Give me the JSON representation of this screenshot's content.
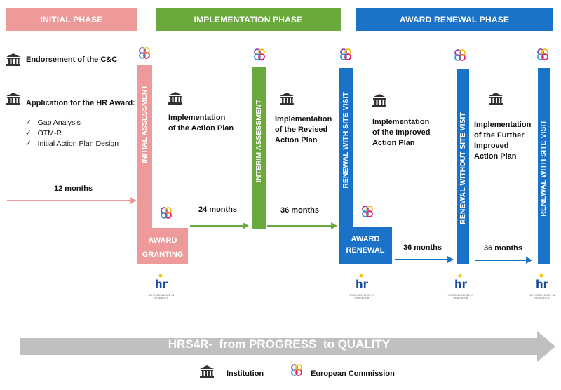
{
  "phases": {
    "initial": "INITIAL PHASE",
    "implementation": "IMPLEMENTATION PHASE",
    "award_renewal": "AWARD RENEWAL PHASE"
  },
  "left": {
    "endorsement": "Endorsement of the C&C",
    "application": "Application for the HR Award:",
    "checklist": [
      "Gap Analysis",
      "OTM-R",
      "Initial Action Plan Design"
    ]
  },
  "bars": {
    "initial_assessment": "INITIAL ASSESSMENT",
    "interim_assessment": "INTERIM ASSESSMENT",
    "renewal_with_visit_1": "RENEWAL WITH SITE VISIT",
    "renewal_without_visit": "RENEWAL WITHOUT SITE VISIT",
    "renewal_with_visit_2": "RENEWAL WITH SITE VISIT"
  },
  "boxes": {
    "award_granting_1": "AWARD",
    "award_granting_2": "GRANTING",
    "award_renewal_1": "AWARD",
    "award_renewal_2": "RENEWAL"
  },
  "steps": {
    "impl_action_plan": [
      "Implementation",
      "of the Action Plan"
    ],
    "impl_revised": [
      "Implementation",
      "of the Revised",
      "Action Plan"
    ],
    "impl_improved": [
      "Implementation",
      "of the Improved",
      "Action Plan"
    ],
    "impl_further": [
      "Implementation",
      "of the Further",
      "Improved",
      "Action Plan"
    ]
  },
  "durations": {
    "d12": "12 months",
    "d24": "24 months",
    "d36a": "36 months",
    "d36b": "36 months",
    "d36c": "36 months"
  },
  "hr_logo": {
    "mark": "hr",
    "caption": "HR EXCELLENCE IN RESEARCH"
  },
  "bottom_arrow": "HRS4R-  from PROGRESS  to QUALITY",
  "legend": {
    "institution": "Institution",
    "commission": "European Commission"
  },
  "icons": {
    "institution": "institution-building-icon",
    "commission": "european-commission-rings-icon",
    "check": "check-icon"
  },
  "colors": {
    "pink": "#ef9a9a",
    "green": "#6aa93b",
    "blue": "#1a73c9",
    "gray_arrow": "#c0c0c0"
  }
}
